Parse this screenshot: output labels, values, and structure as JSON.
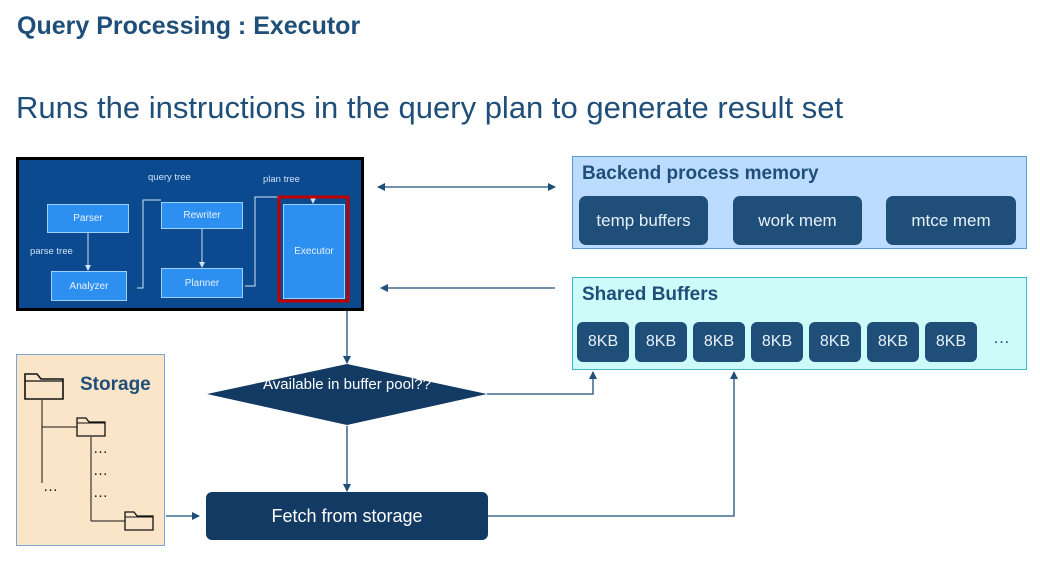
{
  "slide": {
    "title": "Query Processing : Executor",
    "subtitle": "Runs the instructions in the query plan to generate result set"
  },
  "pipeline": {
    "parser": "Parser",
    "analyzer": "Analyzer",
    "rewriter": "Rewriter",
    "planner": "Planner",
    "executor": "Executor",
    "label_parse_tree": "parse tree",
    "label_query_tree": "query tree",
    "label_plan_tree": "plan tree"
  },
  "backend": {
    "title": "Backend process memory",
    "items": [
      "temp buffers",
      "work mem",
      "mtce mem"
    ]
  },
  "shared": {
    "title": "Shared Buffers",
    "buffers": [
      "8KB",
      "8KB",
      "8KB",
      "8KB",
      "8KB",
      "8KB",
      "8KB"
    ],
    "more": "…"
  },
  "storage": {
    "title": "Storage",
    "ellipsis": "…"
  },
  "decision": {
    "text": "Available in buffer pool??"
  },
  "fetch": {
    "text": "Fetch from storage"
  },
  "colors": {
    "navy": "#1f4e79",
    "pipeline_bg": "#0c4a8f",
    "pipeline_box": "#2d8ff0",
    "executor_highlight": "#c00000",
    "backend_bg": "#bcdcff",
    "shared_bg": "#ccfbfa",
    "storage_bg": "#fbe5c8",
    "decision_fill": "#123a63"
  }
}
